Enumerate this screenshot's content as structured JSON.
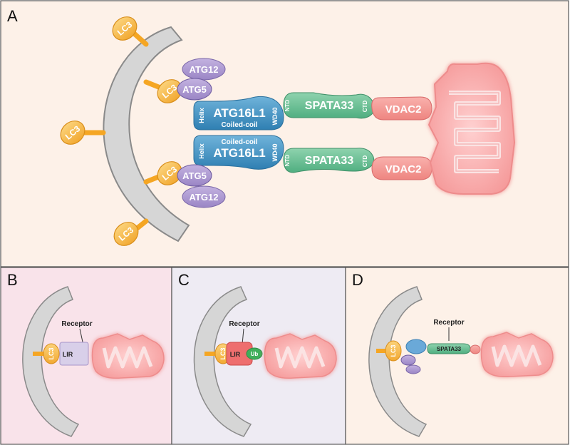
{
  "panels": {
    "a": {
      "letter": "A",
      "lc3": [
        "LC3",
        "LC3",
        "LC3",
        "LC3",
        "LC3"
      ],
      "top_complex": {
        "atg12": "ATG12",
        "atg5": "ATG5",
        "helix": "Helix",
        "atg16l1": "ATG16L1",
        "coiled_coil": "Coiled-coil",
        "wd40": "WD40",
        "ntd": "NTD",
        "spata33": "SPATA33",
        "ctd": "CTD",
        "vdac2": "VDAC2"
      },
      "bottom_complex": {
        "atg12": "ATG12",
        "atg5": "ATG5",
        "helix": "Helix",
        "atg16l1": "ATG16L1",
        "coiled_coil": "Coiled-coil",
        "wd40": "WD40",
        "ntd": "NTD",
        "spata33": "SPATA33",
        "ctd": "CTD",
        "vdac2": "VDAC2"
      }
    },
    "b": {
      "letter": "B",
      "lc3": "LC3",
      "receptor": "Receptor",
      "lir": "LIR"
    },
    "c": {
      "letter": "C",
      "lc3": "LC3",
      "receptor": "Receptor",
      "lir": "LIR",
      "ub": "Ub"
    },
    "d": {
      "letter": "D",
      "lc3": "LC3",
      "receptor": "Receptor",
      "spata33": "SPATA33"
    }
  },
  "colors": {
    "panel_a_bg": "#fdf1e8",
    "panel_b_bg": "#f9e3ea",
    "panel_c_bg": "#eeebf3",
    "panel_d_bg": "#fdf1e8",
    "lc3": "#f5b43e",
    "atg": "#9b86c4",
    "atg16l1": "#3a8fc0",
    "spata33": "#5cb88c",
    "vdac2": "#f08b8b",
    "mito": "#f7a3a3",
    "phagophore": "#d9d9d9"
  }
}
